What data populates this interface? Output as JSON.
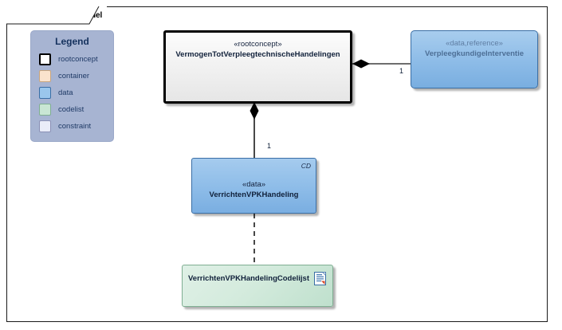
{
  "frame": {
    "tab_label": "class Information Model"
  },
  "legend": {
    "title": "Legend",
    "items": [
      {
        "label": "rootconcept",
        "color": "#ffffff",
        "border": "#000000"
      },
      {
        "label": "container",
        "color": "#fae3cd",
        "border": "#c8a57e"
      },
      {
        "label": "data",
        "color": "#9ac6ec",
        "border": "#3a6ea5"
      },
      {
        "label": "codelist",
        "color": "#c9e6d4",
        "border": "#7fae92"
      },
      {
        "label": "constraint",
        "color": "#e9ecf8",
        "border": "#8a90b5"
      }
    ]
  },
  "nodes": {
    "rootconcept": {
      "stereotype": "«rootconcept»",
      "name": "VermogenTotVerpleegtechnischeHandelingen",
      "kind": "rootconcept"
    },
    "reference": {
      "stereotype": "«data,reference»",
      "name": "VerpleegkundigeInterventie",
      "kind": "data"
    },
    "data": {
      "stereotype": "«data»",
      "name": "VerrichtenVPKHandeling",
      "kind": "data",
      "corner_marker": "CD"
    },
    "codelist": {
      "name": "VerrichtenVPKHandelingCodelijst",
      "kind": "codelist",
      "icon": "document-icon"
    }
  },
  "connectors": {
    "rootconcept_to_reference": {
      "type": "composition",
      "multiplicity": "1"
    },
    "rootconcept_to_data": {
      "type": "composition",
      "multiplicity": "1"
    },
    "data_to_codelist": {
      "type": "dependency",
      "multiplicity": ""
    }
  },
  "colors": {
    "legend_background": "#a7b4d2",
    "legend_text": "#15325e",
    "data_fill": "#8dbce8",
    "codelist_fill": "#d4ebdd",
    "line": "#1a1a1a"
  }
}
